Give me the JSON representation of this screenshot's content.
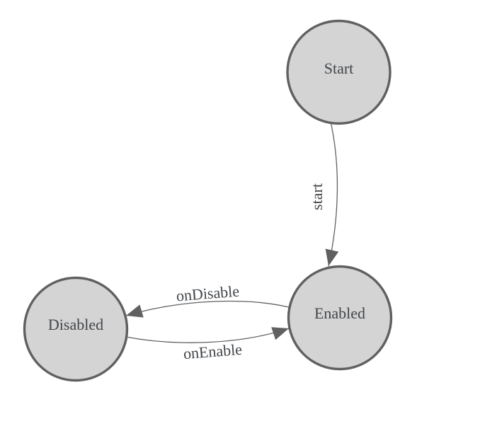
{
  "diagram": {
    "type": "state-machine",
    "nodes": [
      {
        "id": "start",
        "label": "Start"
      },
      {
        "id": "enabled",
        "label": "Enabled"
      },
      {
        "id": "disabled",
        "label": "Disabled"
      }
    ],
    "edges": [
      {
        "id": "start-to-enabled",
        "label": "start",
        "from": "Start",
        "to": "Enabled"
      },
      {
        "id": "enabled-to-disabled",
        "label": "onDisable",
        "from": "Enabled",
        "to": "Disabled"
      },
      {
        "id": "disabled-to-enabled",
        "label": "onEnable",
        "from": "Disabled",
        "to": "Enabled"
      }
    ],
    "colors": {
      "background": "#ffffff",
      "node_fill": "#d4d4d4",
      "node_border": "#606060",
      "edge_color": "#606060",
      "text_color": "#42464a"
    }
  }
}
